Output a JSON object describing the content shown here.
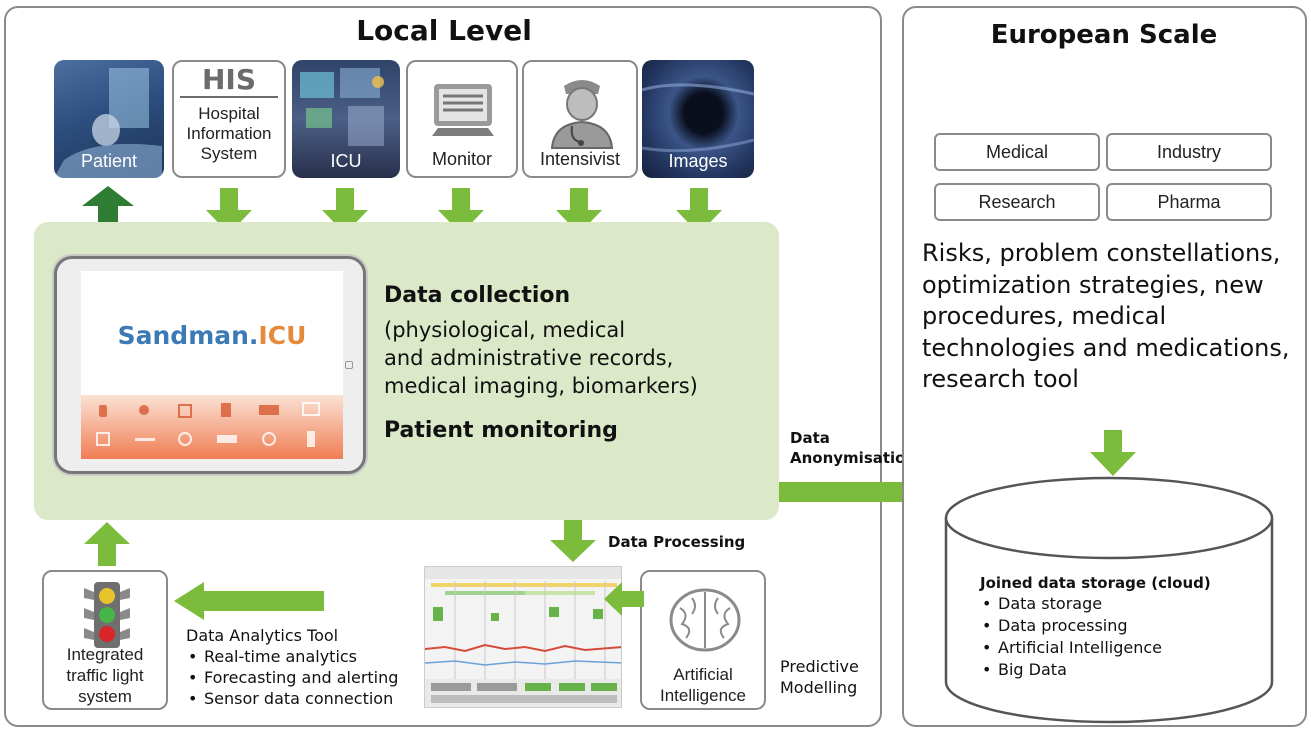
{
  "local_level": {
    "title": "Local Level",
    "sources": [
      {
        "id": "patient",
        "label": "Patient",
        "icon": "patient-photo"
      },
      {
        "id": "his",
        "logo": "HIS",
        "label": "Hospital\nInformation\nSystem",
        "icon": "his-logo"
      },
      {
        "id": "icu",
        "label": "ICU",
        "icon": "icu-photo"
      },
      {
        "id": "monitor",
        "label": "Monitor",
        "icon": "monitor-icon"
      },
      {
        "id": "intensivist",
        "label": "Intensivist",
        "icon": "doctor-icon"
      },
      {
        "id": "images",
        "label": "Images",
        "icon": "ultrasound-image"
      }
    ],
    "app_logo": {
      "part1": "Sandman.",
      "part2": "ICU"
    },
    "data_collection": {
      "title": "Data collection",
      "body": "(physiological, medical\nand administrative records,\nmedical imaging, biomarkers)"
    },
    "patient_monitoring": "Patient monitoring",
    "data_anonymisation": "Data\nAnonymisation",
    "data_processing": "Data Processing",
    "traffic_light": {
      "label": "Integrated\ntraffic light\nsystem",
      "lights": [
        "#e8c42c",
        "#47b648",
        "#d8262b"
      ]
    },
    "analytics": {
      "title": "Data Analytics Tool",
      "items": [
        "Real-time analytics",
        "Forecasting and alerting",
        "Sensor data connection"
      ]
    },
    "ai": {
      "label": "Artificial\nIntelligence",
      "icon": "brain-icon"
    },
    "predictive": "Predictive\nModelling"
  },
  "european_scale": {
    "title": "European Scale",
    "categories": [
      "Medical",
      "Industry",
      "Research",
      "Pharma"
    ],
    "risks_text": "Risks, problem constellations,\noptimization strategies, new\nprocedures, medical\ntechnologies and medications,\nresearch tool",
    "storage": {
      "title": "Joined data storage (cloud)",
      "items": [
        "Data storage",
        "Data processing",
        "Artificial Intelligence",
        "Big Data"
      ]
    }
  },
  "colors": {
    "arrow_green": "#7cbc3c",
    "dark_green": "#2e7d32",
    "panel_green": "#dbe9c9",
    "border": "#8a8a8a"
  }
}
